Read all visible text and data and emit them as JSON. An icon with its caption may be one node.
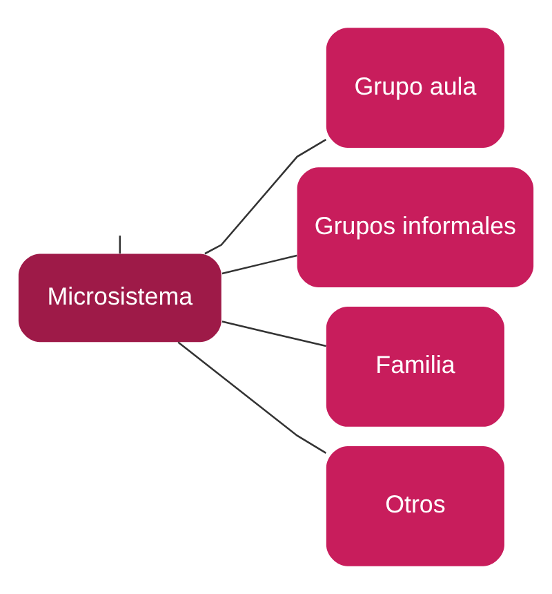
{
  "diagram": {
    "nodes": [
      {
        "text": [
          "Microsistema"
        ]
      },
      {
        "text": [
          "Grupo aula"
        ]
      },
      {
        "text": [
          "Grupos informales"
        ]
      },
      {
        "text": [
          "Familia"
        ]
      },
      {
        "text": [
          "Otros"
        ]
      }
    ],
    "edges": [
      {
        "from": null,
        "to": 0,
        "arrow": "none"
      },
      {
        "from": 0,
        "to": 1,
        "arrow": "none"
      },
      {
        "from": 0,
        "to": 2,
        "arrow": "none"
      },
      {
        "from": 0,
        "to": 3,
        "arrow": "none"
      },
      {
        "from": 0,
        "to": 4,
        "arrow": "none"
      }
    ]
  }
}
